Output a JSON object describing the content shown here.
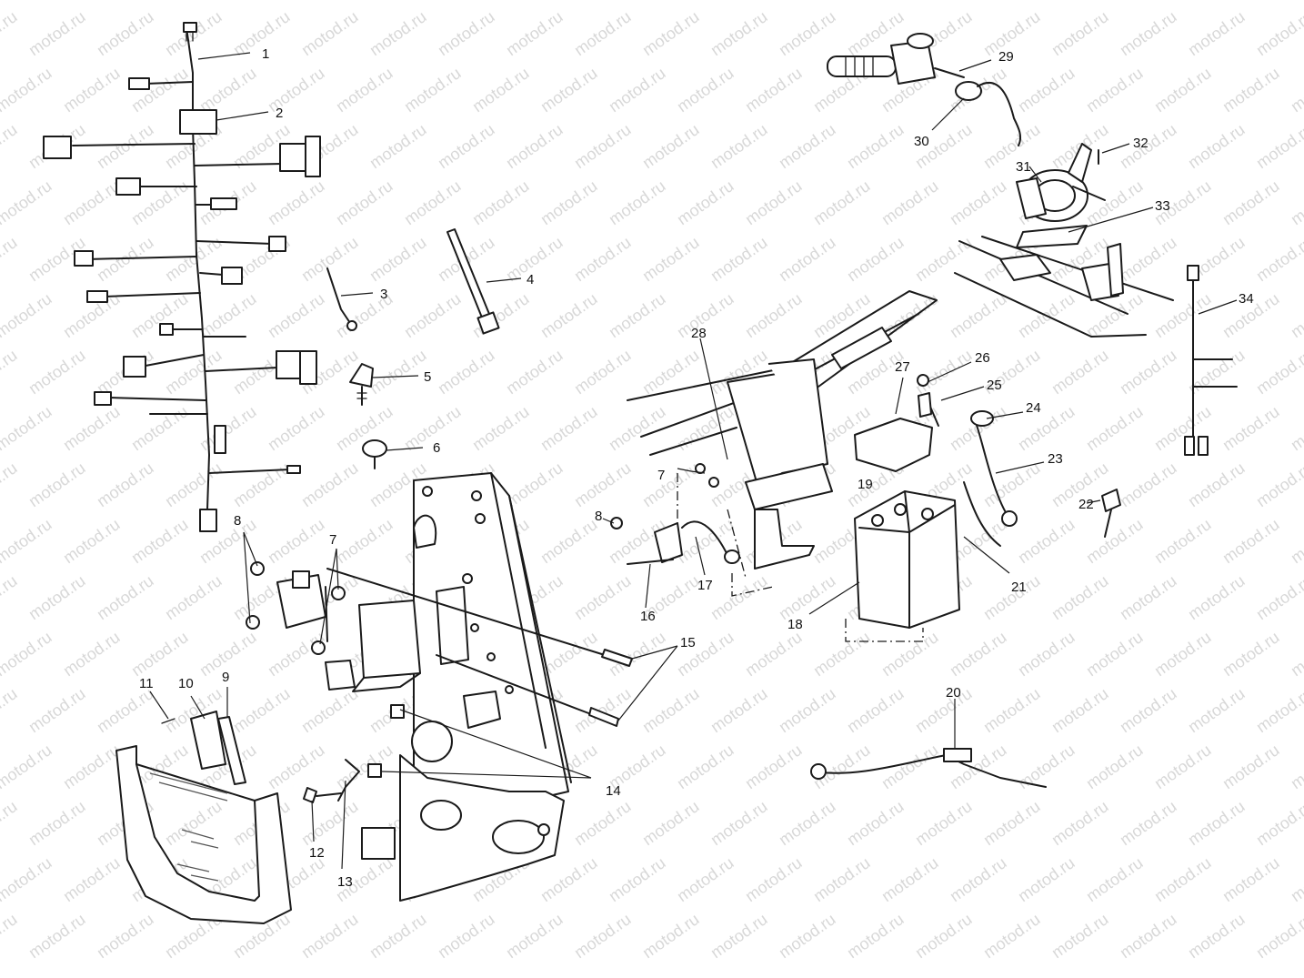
{
  "watermark": {
    "text": "motod.ru",
    "color": "#d8d8d8"
  },
  "callouts": [
    "1",
    "2",
    "3",
    "4",
    "5",
    "6",
    "7",
    "7",
    "8",
    "8",
    "9",
    "10",
    "11",
    "12",
    "13",
    "14",
    "15",
    "16",
    "17",
    "18",
    "19",
    "20",
    "21",
    "22",
    "23",
    "24",
    "25",
    "26",
    "27",
    "28",
    "29",
    "30",
    "31",
    "32",
    "33",
    "34"
  ],
  "colors": {
    "ink": "#1a1a1a",
    "paper": "#ffffff"
  }
}
